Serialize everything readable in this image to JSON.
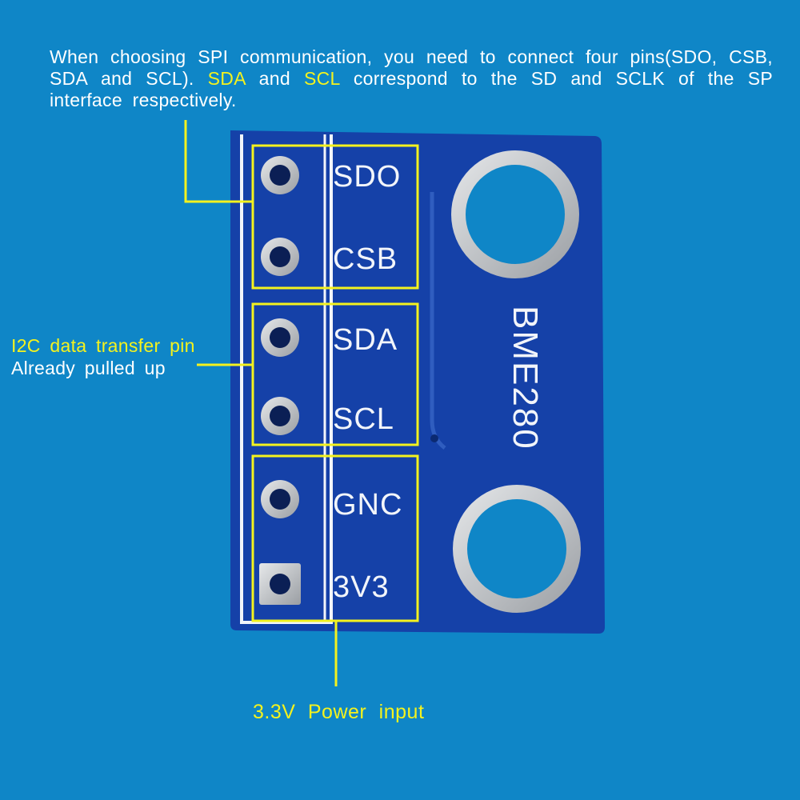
{
  "annotations": {
    "spi_note": {
      "part1": "When choosing SPI communication, you need to connect four pins(SDO, CSB, SDA and SCL). ",
      "sda": "SDA",
      "and": " and ",
      "scl": "SCL",
      "part2": " correspond to the SD and SCLK of the SP interface respectively."
    },
    "i2c_note": {
      "title": "I2C data transfer pin",
      "subtitle": "Already pulled up"
    },
    "power_note": "3.3V Power input"
  },
  "board": {
    "name": "BME280",
    "pins": [
      "SDO",
      "CSB",
      "SDA",
      "SCL",
      "GNC",
      "3V3"
    ]
  },
  "colors": {
    "background": "#0f86c7",
    "pcb": "#1541a8",
    "pad": "#c4c6c8",
    "highlight": "#f4f21e",
    "silkscreen": "#f2f5fa"
  }
}
